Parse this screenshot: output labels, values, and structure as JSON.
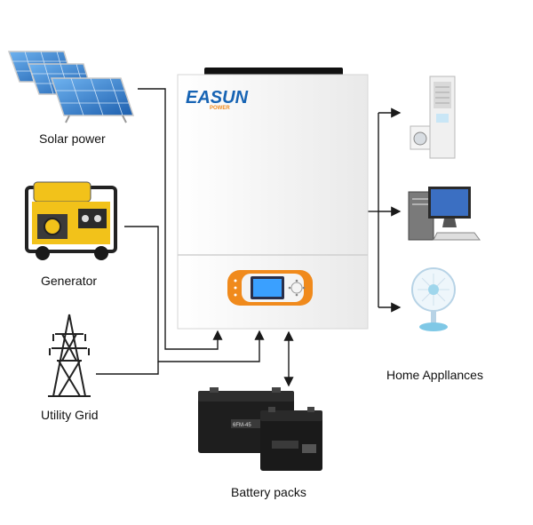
{
  "sources": {
    "solar": {
      "label": "Solar power",
      "icon": "solar-panels-icon"
    },
    "generator": {
      "label": "Generator",
      "icon": "generator-icon"
    },
    "grid": {
      "label": "Utility Grid",
      "icon": "power-tower-icon"
    }
  },
  "inverter": {
    "brand": "EASUN",
    "brand_sub": "POWER",
    "icon": "inverter-icon"
  },
  "loads": {
    "label": "Home Appllances",
    "items": [
      {
        "icon": "air-conditioner-icon"
      },
      {
        "icon": "desktop-computer-icon"
      },
      {
        "icon": "fan-icon"
      }
    ]
  },
  "battery": {
    "label": "Battery packs",
    "icon": "battery-icon",
    "model_label": "6FM-45"
  },
  "colors": {
    "line": "#1a1a1a",
    "inverter_body": "#f4f4f4",
    "panel_orange": "#f08a1c",
    "lcd": "#3aa0ff",
    "brand_blue": "#1764b4",
    "brand_orange": "#f08a1c",
    "solar_blue": "#2f7fd6",
    "generator_yellow": "#f2c21a",
    "battery_dark": "#1e1e1e"
  }
}
